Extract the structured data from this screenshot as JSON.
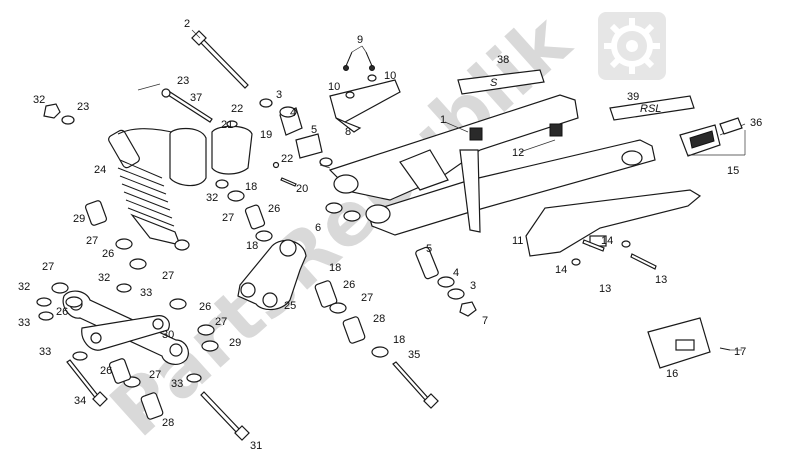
{
  "watermark": "PartsRepublik",
  "decal_text_38": "S",
  "decal_text_39": "RSL",
  "callouts": [
    {
      "id": "c2",
      "label": "2"
    },
    {
      "id": "c9",
      "label": "9"
    },
    {
      "id": "c38",
      "label": "38"
    },
    {
      "id": "c10a",
      "label": "10"
    },
    {
      "id": "c10b",
      "label": "10"
    },
    {
      "id": "c8",
      "label": "8"
    },
    {
      "id": "c23a",
      "label": "23"
    },
    {
      "id": "c37",
      "label": "37"
    },
    {
      "id": "c22a",
      "label": "22"
    },
    {
      "id": "c21",
      "label": "21"
    },
    {
      "id": "c3a",
      "label": "3"
    },
    {
      "id": "c4a",
      "label": "4"
    },
    {
      "id": "c32a",
      "label": "32"
    },
    {
      "id": "c23b",
      "label": "23"
    },
    {
      "id": "c19",
      "label": "19"
    },
    {
      "id": "c5a",
      "label": "5"
    },
    {
      "id": "c1",
      "label": "1"
    },
    {
      "id": "c39",
      "label": "39"
    },
    {
      "id": "c36",
      "label": "36"
    },
    {
      "id": "c12",
      "label": "12"
    },
    {
      "id": "c15",
      "label": "15"
    },
    {
      "id": "c24",
      "label": "24"
    },
    {
      "id": "c22b",
      "label": "22"
    },
    {
      "id": "c20",
      "label": "20"
    },
    {
      "id": "c32b",
      "label": "32"
    },
    {
      "id": "c18a",
      "label": "18"
    },
    {
      "id": "c27a",
      "label": "27"
    },
    {
      "id": "c26a",
      "label": "26"
    },
    {
      "id": "c6",
      "label": "6"
    },
    {
      "id": "c29a",
      "label": "29"
    },
    {
      "id": "c27b",
      "label": "27"
    },
    {
      "id": "c26b",
      "label": "26"
    },
    {
      "id": "c18b",
      "label": "18"
    },
    {
      "id": "c11",
      "label": "11"
    },
    {
      "id": "c14a",
      "label": "14"
    },
    {
      "id": "c14b",
      "label": "14"
    },
    {
      "id": "c27c",
      "label": "27"
    },
    {
      "id": "c32c",
      "label": "32"
    },
    {
      "id": "c27d",
      "label": "27"
    },
    {
      "id": "c18c",
      "label": "18"
    },
    {
      "id": "c5b",
      "label": "5"
    },
    {
      "id": "c13a",
      "label": "13"
    },
    {
      "id": "c13b",
      "label": "13"
    },
    {
      "id": "c32d",
      "label": "32"
    },
    {
      "id": "c33a",
      "label": "33"
    },
    {
      "id": "c26c",
      "label": "26"
    },
    {
      "id": "c25",
      "label": "25"
    },
    {
      "id": "c26d",
      "label": "26"
    },
    {
      "id": "c4b",
      "label": "4"
    },
    {
      "id": "c3b",
      "label": "3"
    },
    {
      "id": "c33b",
      "label": "33"
    },
    {
      "id": "c26e",
      "label": "26"
    },
    {
      "id": "c27e",
      "label": "27"
    },
    {
      "id": "c27f",
      "label": "27"
    },
    {
      "id": "c7",
      "label": "7"
    },
    {
      "id": "c28a",
      "label": "28"
    },
    {
      "id": "c30",
      "label": "30"
    },
    {
      "id": "c29b",
      "label": "29"
    },
    {
      "id": "c33c",
      "label": "33"
    },
    {
      "id": "c18d",
      "label": "18"
    },
    {
      "id": "c17",
      "label": "17"
    },
    {
      "id": "c16",
      "label": "16"
    },
    {
      "id": "c35",
      "label": "35"
    },
    {
      "id": "c26f",
      "label": "26"
    },
    {
      "id": "c27g",
      "label": "27"
    },
    {
      "id": "c33d",
      "label": "33"
    },
    {
      "id": "c34",
      "label": "34"
    },
    {
      "id": "c28b",
      "label": "28"
    },
    {
      "id": "c31",
      "label": "31"
    }
  ],
  "icons": {
    "watermark_logo": "gear-icon"
  },
  "colors": {
    "line": "#1a1a1a",
    "watermark": "#d9d9d9",
    "background": "#ffffff"
  }
}
